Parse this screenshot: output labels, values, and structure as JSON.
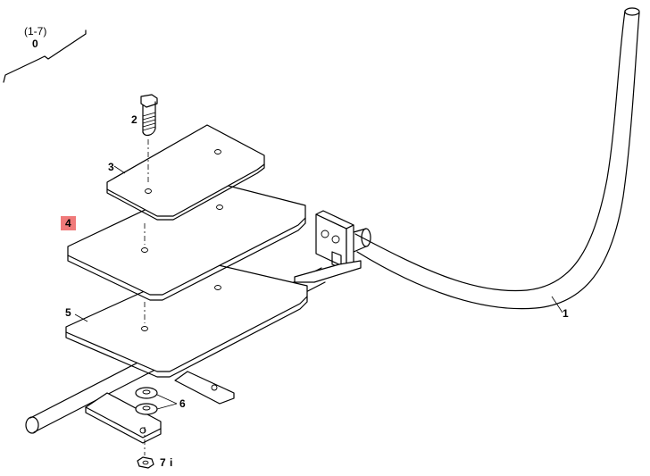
{
  "header": {
    "range": "(1-7)",
    "index": "0"
  },
  "callouts": [
    {
      "id": "1",
      "label": "1"
    },
    {
      "id": "2",
      "label": "2"
    },
    {
      "id": "3",
      "label": "3"
    },
    {
      "id": "4",
      "label": "4",
      "highlighted": true
    },
    {
      "id": "5",
      "label": "5"
    },
    {
      "id": "6",
      "label": "6"
    },
    {
      "id": "7",
      "label": "7",
      "suffix": "i"
    }
  ],
  "colors": {
    "highlight": "#f07a7a",
    "line": "#000000",
    "background": "#ffffff"
  }
}
